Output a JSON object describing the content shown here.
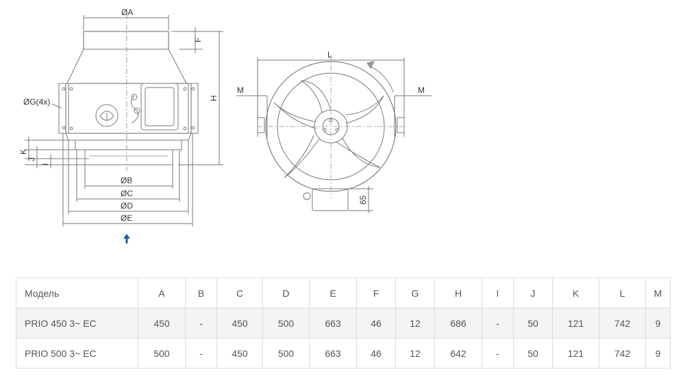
{
  "drawing": {
    "labels": {
      "dim_a": "ØA",
      "dim_f": "F",
      "dim_h": "H",
      "dim_g": "ØG(4x)",
      "dim_k": "K",
      "dim_j": "J",
      "dim_i": "I",
      "dim_b": "ØB",
      "dim_c": "ØC",
      "dim_d": "ØD",
      "dim_e": "ØE",
      "dim_l": "L",
      "dim_m_left": "M",
      "dim_m_right": "M",
      "dim_65": "65"
    },
    "arrow_color": "#1a5fa8"
  },
  "table": {
    "headers": [
      "Модель",
      "A",
      "B",
      "C",
      "D",
      "E",
      "F",
      "G",
      "H",
      "I",
      "J",
      "K",
      "L",
      "M"
    ],
    "rows": [
      [
        "PRIO 450 3~ EC",
        "450",
        "-",
        "450",
        "500",
        "663",
        "46",
        "12",
        "686",
        "-",
        "50",
        "121",
        "742",
        "9"
      ],
      [
        "PRIO 500 3~ EC",
        "500",
        "-",
        "450",
        "500",
        "663",
        "46",
        "12",
        "642",
        "-",
        "50",
        "121",
        "742",
        "9"
      ]
    ]
  }
}
